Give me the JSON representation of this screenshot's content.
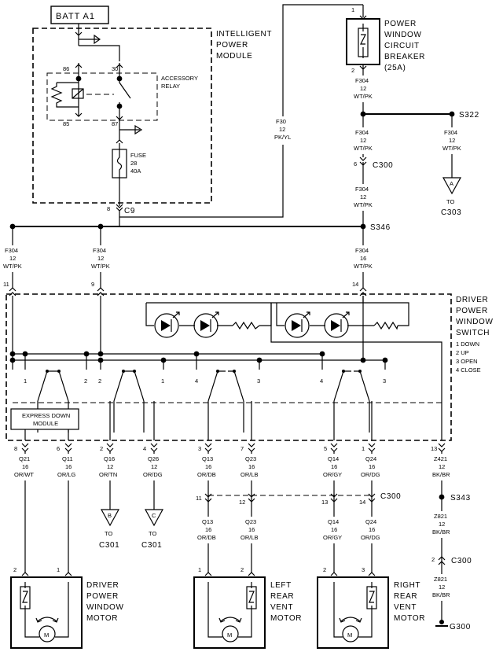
{
  "source": {
    "label": "BATT A1"
  },
  "modules": {
    "ipm": {
      "line1": "INTELLIGENT",
      "line2": "POWER",
      "line3": "MODULE"
    },
    "relay": {
      "line1": "ACCESSORY",
      "line2": "RELAY",
      "pin86": "86",
      "pin30": "30",
      "pin85": "85",
      "pin87": "87"
    },
    "fuse": {
      "line1": "FUSE",
      "line2": "28",
      "line3": "40A"
    },
    "breaker": {
      "line1": "POWER",
      "line2": "WINDOW",
      "line3": "CIRCUIT",
      "line4": "BREAKER",
      "line5": "(25A)",
      "pin_top": "1",
      "pin_bottom": "2"
    },
    "switch": {
      "line1": "DRIVER",
      "line2": "POWER",
      "line3": "WINDOW",
      "line4": "SWITCH",
      "leg1": "1 DOWN",
      "leg2": "2 UP",
      "leg3": "3 OPEN",
      "leg4": "4 CLOSE",
      "express1": "EXPRESS DOWN",
      "express2": "MODULE"
    },
    "motor_driver": {
      "line1": "DRIVER",
      "line2": "POWER",
      "line3": "WINDOW",
      "line4": "MOTOR",
      "pin_a": "2",
      "pin_b": "1",
      "m": "M"
    },
    "motor_left": {
      "line1": "LEFT",
      "line2": "REAR",
      "line3": "VENT",
      "line4": "MOTOR",
      "pin_a": "1",
      "pin_b": "2",
      "m": "M"
    },
    "motor_right": {
      "line1": "RIGHT",
      "line2": "REAR",
      "line3": "VENT",
      "line4": "MOTOR",
      "pin_a": "2",
      "pin_b": "3",
      "m": "M"
    }
  },
  "connectors": {
    "c9": {
      "name": "C9",
      "pin": "8"
    },
    "c300_a": {
      "name": "C300",
      "pin": "6"
    },
    "c300_b": {
      "name": "C300"
    },
    "c300_c": {
      "name": "C300",
      "pin": "2"
    },
    "c300_pins": [
      "11",
      "12",
      "13",
      "14"
    ],
    "switch_pins_top": [
      "11",
      "9",
      "14"
    ],
    "switch_pins_bottom": [
      "8",
      "6",
      "2",
      "4",
      "3",
      "7",
      "5",
      "1",
      "13"
    ],
    "switch_contacts": [
      "1",
      "2",
      "2",
      "1",
      "4",
      "3",
      "4",
      "3"
    ]
  },
  "splices": {
    "s322": "S322",
    "s346": "S346",
    "s343": "S343"
  },
  "ground": {
    "name": "G300"
  },
  "offpage": [
    {
      "letter": "A",
      "to": "TO",
      "conn": "C303"
    },
    {
      "letter": "B",
      "to": "TO",
      "conn": "C301"
    },
    {
      "letter": "C",
      "to": "TO",
      "conn": "C301"
    }
  ],
  "wires": {
    "f30": [
      "F30",
      "12",
      "PK/YL"
    ],
    "f304_a": [
      "F304",
      "12",
      "WT/PK"
    ],
    "f304_b": [
      "F304",
      "12",
      "WT/PK"
    ],
    "f304_c": [
      "F304",
      "12",
      "WT/PK"
    ],
    "f304_d": [
      "F304",
      "12",
      "WT/PK"
    ],
    "f304_e": [
      "F304",
      "12",
      "WT/PK"
    ],
    "f304_f": [
      "F304",
      "12",
      "WT/PK"
    ],
    "f304_g": [
      "F304",
      "16",
      "WT/PK"
    ],
    "q21": [
      "Q21",
      "16",
      "OR/WT"
    ],
    "q11": [
      "Q11",
      "16",
      "OR/LG"
    ],
    "q16": [
      "Q16",
      "12",
      "OR/TN"
    ],
    "q26": [
      "Q26",
      "12",
      "OR/DG"
    ],
    "q13": [
      "Q13",
      "16",
      "OR/DB"
    ],
    "q23": [
      "Q23",
      "16",
      "OR/LB"
    ],
    "q14": [
      "Q14",
      "16",
      "OR/GY"
    ],
    "q24": [
      "Q24",
      "16",
      "OR/DG"
    ],
    "z421": [
      "Z421",
      "12",
      "BK/BR"
    ],
    "q13b": [
      "Q13",
      "16",
      "OR/DB"
    ],
    "q23b": [
      "Q23",
      "16",
      "OR/LB"
    ],
    "q14b": [
      "Q14",
      "16",
      "OR/GY"
    ],
    "q24b": [
      "Q24",
      "16",
      "OR/DG"
    ],
    "z821a": [
      "Z821",
      "12",
      "BK/BR"
    ],
    "z821b": [
      "Z821",
      "12",
      "BK/BR"
    ]
  }
}
